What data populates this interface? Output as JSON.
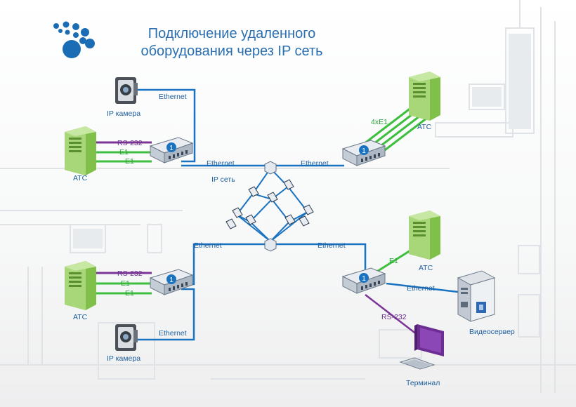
{
  "title_line1": "Подключение удаленного",
  "title_line2": "оборудования через IP сеть",
  "labels": {
    "ethernet": "Ethernet",
    "rs232": "RS-232",
    "e1": "E1",
    "e1x4": "4xE1",
    "ip_net": "IP сеть",
    "ip_camera": "IP камера",
    "ats": "АТС",
    "video_server": "Видеосервер",
    "terminal": "Терминал",
    "gateway_number": "1"
  },
  "colors": {
    "ethernet_link": "#1a73c1",
    "e1_link": "#3fbf3f",
    "rs232_link": "#7b3596",
    "title": "#2b6fb0",
    "pbx_body": "#9ccf6a"
  },
  "icons": [
    "logo-dots-icon",
    "ip-camera-icon",
    "pbx-server-icon",
    "gateway-icon",
    "network-switch-icon",
    "network-node-icon",
    "video-server-icon",
    "terminal-icon"
  ]
}
